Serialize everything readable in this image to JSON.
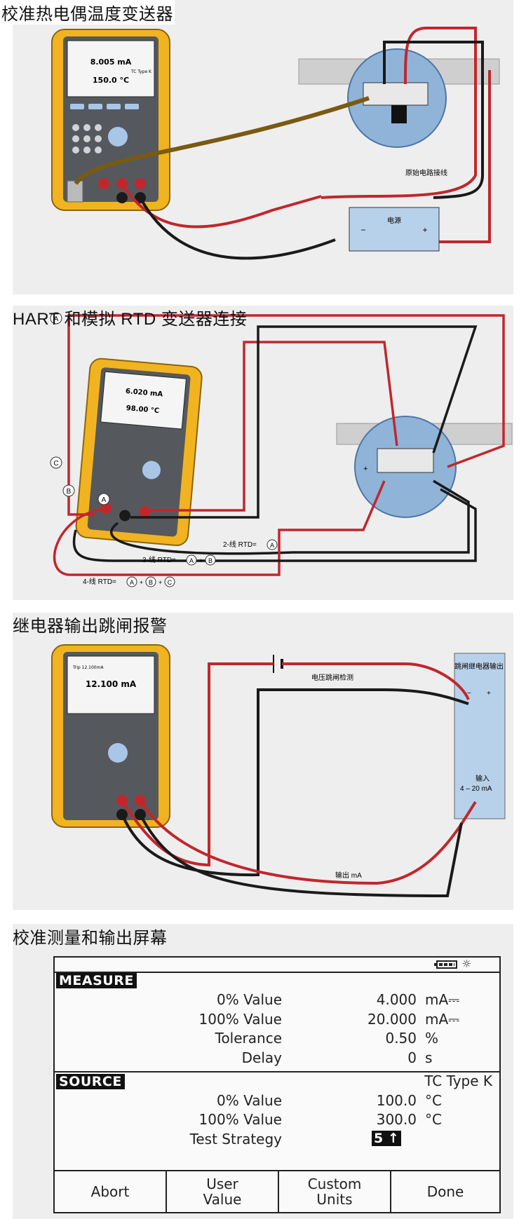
{
  "sections": {
    "tc": {
      "title": "校准热电偶温度变送器",
      "meter": {
        "line1": "8.005 mA",
        "line2": "150.0 °C",
        "tag": "TC Type K"
      },
      "labels": {
        "wiring": "原始电路接线",
        "power": "电源",
        "minus": "−",
        "plus": "+"
      }
    },
    "rtd": {
      "title": "HART 和模拟 RTD 变送器连接",
      "meter": {
        "line1": "6.020 mA",
        "line2": "98.00 °C"
      },
      "markers": [
        "A",
        "B",
        "C"
      ],
      "labels": {
        "w2": "2-线 RTD=",
        "w3": "3-线 RTD=",
        "w4": "4-线 RTD=",
        "plus": "+"
      }
    },
    "relay": {
      "title": "继电器输出跳闸报警",
      "meter": {
        "line1": "12.100 mA",
        "tag": "Trip 12.100mA"
      },
      "labels": {
        "voltage_detect": "电压跳闸检测",
        "relay_output": "跳闸继电器输出",
        "input": "输入",
        "input_range": "4 – 20 mA",
        "output_ma": "输出 mA",
        "minus": "−",
        "plus": "+"
      }
    },
    "screen": {
      "title": "校准测量和输出屏幕",
      "measure": {
        "header": "MEASURE",
        "rows": [
          {
            "label": "0% Value",
            "value": "4.000",
            "unit": "mA⎓"
          },
          {
            "label": "100% Value",
            "value": "20.000",
            "unit": "mA⎓"
          },
          {
            "label": "Tolerance",
            "value": "0.50",
            "unit": "%"
          },
          {
            "label": "Delay",
            "value": "0",
            "unit": "s"
          }
        ]
      },
      "source": {
        "header": "SOURCE",
        "type": "TC Type K",
        "rows": [
          {
            "label": "0% Value",
            "value": "100.0",
            "unit": "°C"
          },
          {
            "label": "100% Value",
            "value": "300.0",
            "unit": "°C"
          },
          {
            "label": "Test Strategy",
            "value": "5 ↑",
            "unit": ""
          }
        ]
      },
      "softkeys": [
        "Abort",
        "User\nValue",
        "Custom\nUnits",
        "Done"
      ]
    }
  },
  "colors": {
    "red_wire": "#c0272d",
    "black_wire": "#1a1a1a",
    "meter_yellow": "#f2b320",
    "transmitter_blue": "#8fb4d8"
  }
}
